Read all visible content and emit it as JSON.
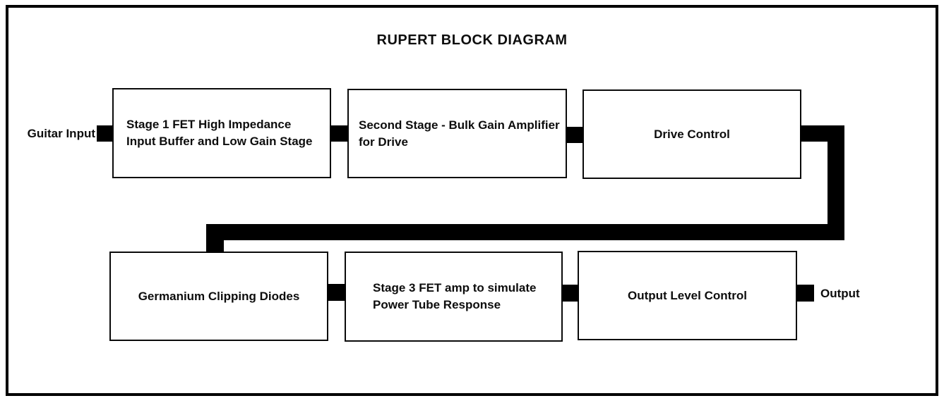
{
  "diagram": {
    "title": "RUPERT BLOCK DIAGRAM",
    "input_label": "Guitar Input",
    "output_label": "Output",
    "colors": {
      "line": "#000000",
      "box_border": "#0a0a0a",
      "background": "#ffffff",
      "text": "#0d0d0d"
    },
    "nodes": [
      {
        "id": "stage1-fet-input-buffer",
        "lines": [
          "Stage 1 FET High Impedance",
          "Input Buffer and Low Gain Stage"
        ]
      },
      {
        "id": "second-stage-bulk-gain",
        "lines": [
          "Second Stage - Bulk Gain Amplifier",
          "for Drive"
        ]
      },
      {
        "id": "drive-control",
        "lines": [
          "Drive Control"
        ]
      },
      {
        "id": "germanium-clipping-diodes",
        "lines": [
          "Germanium Clipping Diodes"
        ]
      },
      {
        "id": "stage3-fet-power-tube",
        "lines": [
          "Stage 3 FET amp to simulate",
          "Power Tube Response"
        ]
      },
      {
        "id": "output-level-control",
        "lines": [
          "Output Level Control"
        ]
      }
    ],
    "connections": [
      {
        "from": "guitar-input",
        "to": "stage1-fet-input-buffer"
      },
      {
        "from": "stage1-fet-input-buffer",
        "to": "second-stage-bulk-gain"
      },
      {
        "from": "second-stage-bulk-gain",
        "to": "drive-control"
      },
      {
        "from": "drive-control",
        "to": "germanium-clipping-diodes"
      },
      {
        "from": "germanium-clipping-diodes",
        "to": "stage3-fet-power-tube"
      },
      {
        "from": "stage3-fet-power-tube",
        "to": "output-level-control"
      },
      {
        "from": "output-level-control",
        "to": "output"
      }
    ]
  }
}
